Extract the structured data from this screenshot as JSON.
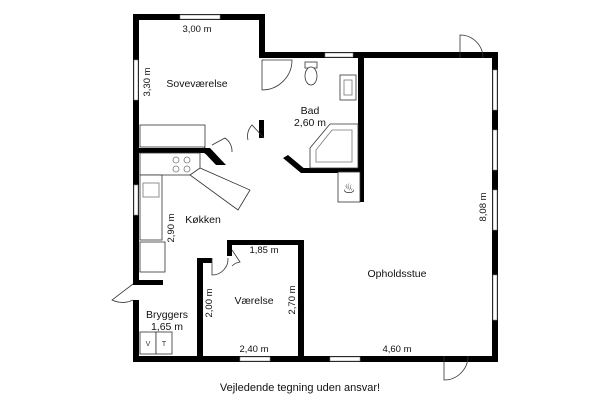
{
  "rooms": {
    "sovevaerelse": "Soveværelse",
    "bad": "Bad",
    "bad_area": "2,60 m",
    "kokken": "Køkken",
    "opholdsstue": "Opholdsstue",
    "vaerelse": "Værelse",
    "bryggers": "Bryggers",
    "bryggers_area": "1,65 m"
  },
  "dimensions": {
    "sove_width": "3,00 m",
    "sove_depth": "3,30 m",
    "kokken_depth": "2,90 m",
    "vaerelse_top": "1,85 m",
    "vaerelse_side": "2,70 m",
    "vaerelse_left": "2,00 m",
    "vaerelse_bottom": "2,40 m",
    "stue_bottom": "4,60 m",
    "stue_side": "8,08 m"
  },
  "disclaimer": "Vejledende tegning uden ansvar!",
  "colors": {
    "wall": "#000000",
    "window": "#ffffff",
    "background": "#ffffff"
  }
}
